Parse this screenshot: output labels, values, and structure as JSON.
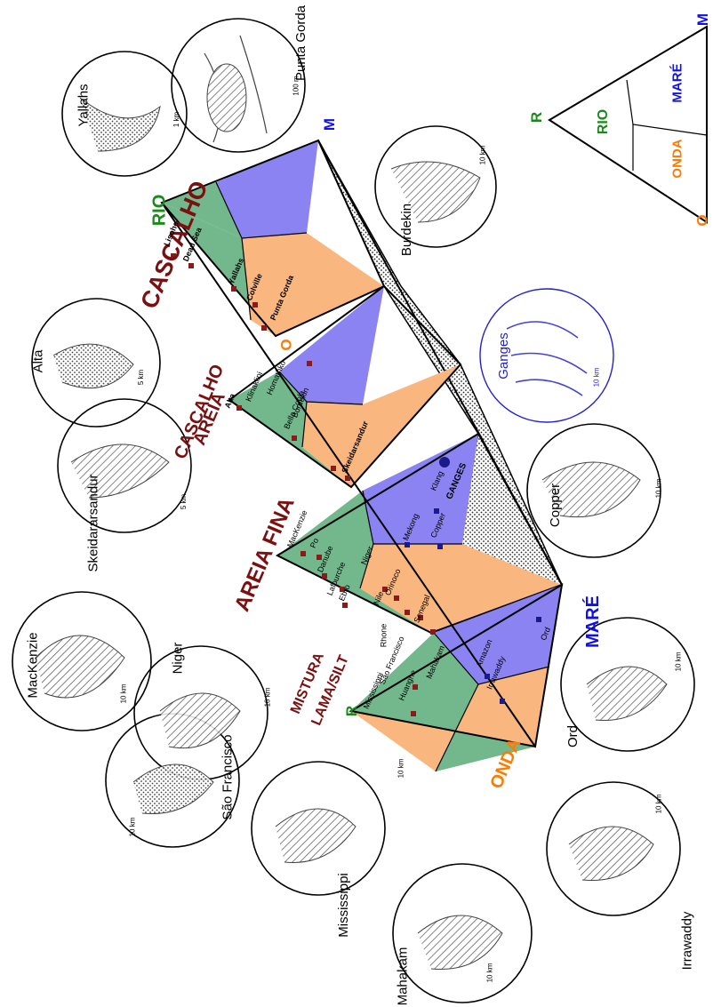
{
  "axis_labels": {
    "gravel": "CASCALHO",
    "gravel_sand": "CASCALHO",
    "sand": "AREIA",
    "fine_sand": "AREIA FINA",
    "mixed": "MISTURA",
    "mud": "LAMA/SILT"
  },
  "processes": {
    "river": "RIO",
    "wave": "ONDA",
    "tide": "MARÉ"
  },
  "corners": {
    "river": "R",
    "wave": "O",
    "tide": "M"
  },
  "legend": {
    "river": "RIO",
    "wave": "ONDA",
    "tide": "MARÉ",
    "r": "R",
    "o": "O",
    "m": "M"
  },
  "triangles": [
    {
      "deltas": [
        "Lisohe",
        "Dead Sea",
        "Yallahs",
        "Colville",
        "Punta Gorda"
      ]
    },
    {
      "deltas": [
        "Alta",
        "Klinaklini",
        "Homathko",
        "Bella Coola",
        "Burdekin",
        "Skeidarsandur"
      ]
    },
    {
      "deltas": [
        "MacKenzie",
        "Po",
        "Danube",
        "Lafourche",
        "Ebro",
        "Niger",
        "Nile",
        "Orinoco",
        "Rhone",
        "São Francisco",
        "Senegal",
        "Mekong",
        "Copper",
        "Klang",
        "GANGES"
      ]
    },
    {
      "deltas": [
        "Mississippi",
        "Huanghe",
        "Mahakam",
        "Amazon",
        "Irrawaddy",
        "Ord"
      ]
    }
  ],
  "maps": [
    {
      "name": "Punta Gorda",
      "scale": "100 m"
    },
    {
      "name": "Yallahs",
      "scale": "1 km"
    },
    {
      "name": "Burdekin",
      "scale": "10 km"
    },
    {
      "name": "Alta",
      "scale": "5 km"
    },
    {
      "name": "Skeidararsandur",
      "scale": "5 km"
    },
    {
      "name": "Ganges",
      "scale": "10 km"
    },
    {
      "name": "Copper",
      "scale": "10 km"
    },
    {
      "name": "MacKenzie",
      "scale": "10 km"
    },
    {
      "name": "Niger",
      "scale": "10 km"
    },
    {
      "name": "São Francisco",
      "scale": "10 km"
    },
    {
      "name": "Mississippi",
      "scale": "10 km"
    },
    {
      "name": "Ord",
      "scale": "10 km"
    },
    {
      "name": "Irrawaddy",
      "scale": "10 km"
    },
    {
      "name": "Mahakam",
      "scale": "10 km"
    }
  ],
  "colors": {
    "river": "#72b88c",
    "wave": "#f9b77f",
    "tide": "#8b83f2",
    "gravel_label": "#7b1010",
    "river_label": "#1a8a1a",
    "wave_label": "#ff7b00",
    "tide_label": "#1010ee"
  }
}
